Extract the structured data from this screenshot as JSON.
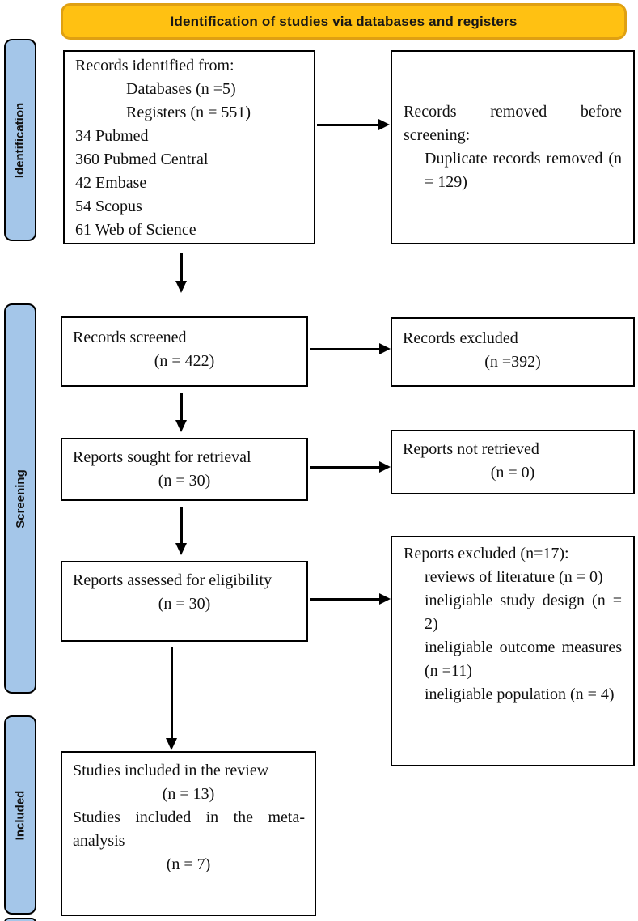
{
  "header": {
    "title": "Identification of studies via databases and registers"
  },
  "sidebar": {
    "identification": "Identification",
    "screening": "Screening",
    "included": "Included"
  },
  "boxes": {
    "records_identified": {
      "line1": "Records identified from:",
      "line2": "Databases (n =5)",
      "line3": "Registers (n = 551)",
      "line4": "34 Pubmed",
      "line5": "360 Pubmed Central",
      "line6": "42 Embase",
      "line7": "54 Scopus",
      "line8": "61 Web of Science"
    },
    "records_removed": {
      "line1": "Records removed before screening:",
      "line2": "Duplicate records removed (n = 129)"
    },
    "records_screened": {
      "line1": "Records screened",
      "line2": "(n = 422)"
    },
    "records_excluded": {
      "line1": "Records excluded",
      "line2": "(n =392)"
    },
    "reports_sought": {
      "line1": "Reports sought for retrieval",
      "line2": "(n = 30)"
    },
    "reports_not_retrieved": {
      "line1": "Reports not retrieved",
      "line2": "(n = 0)"
    },
    "reports_assessed": {
      "line1": "Reports assessed for eligibility",
      "line2": "(n = 30)"
    },
    "reports_excluded": {
      "line1": "Reports excluded (n=17):",
      "line2": "reviews of literature (n = 0)",
      "line3": "ineligiable study design (n = 2)",
      "line4": "ineligiable outcome measures (n =11)",
      "line5": "ineligiable population (n = 4)"
    },
    "studies_included": {
      "line1": "Studies included in the review",
      "line2": "(n = 13)",
      "line3": "Studies included in the meta-analysis",
      "line4": "(n = 7)"
    }
  },
  "colors": {
    "header_fill": "#FFC112",
    "header_border": "#DFA012",
    "sidebar_fill": "#A4C6E9",
    "box_border": "#000000",
    "arrow_color": "#000000"
  }
}
